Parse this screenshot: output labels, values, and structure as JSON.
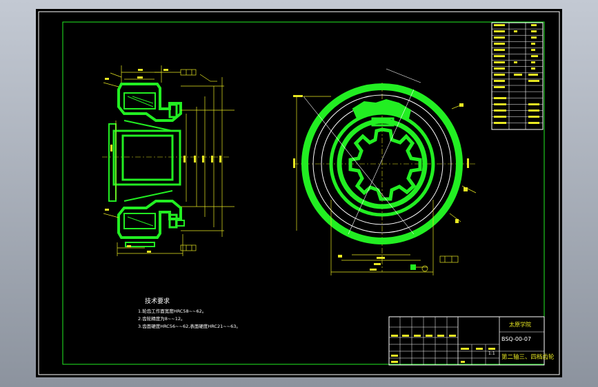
{
  "colors": {
    "background": "#000000",
    "outer_gradient_top": "#c3c9d3",
    "outer_gradient_bottom": "#8c939e",
    "part_outline": "#22ee22",
    "dimension": "#e8e822",
    "border": "#ffffff"
  },
  "tech_requirements": {
    "title": "技术要求",
    "lines": [
      "1.轮齿工作面宽度HRC58~~62。",
      "2.齿轮精度为8~~12。",
      "3.齿面硬度HRC56~~62,表面硬度HRC21~~63。"
    ]
  },
  "title_block": {
    "school": "太原学院",
    "drawing_no": "BSQ-00-07",
    "part_name": "第二轴三、四档齿轮",
    "scale": "1:1"
  }
}
